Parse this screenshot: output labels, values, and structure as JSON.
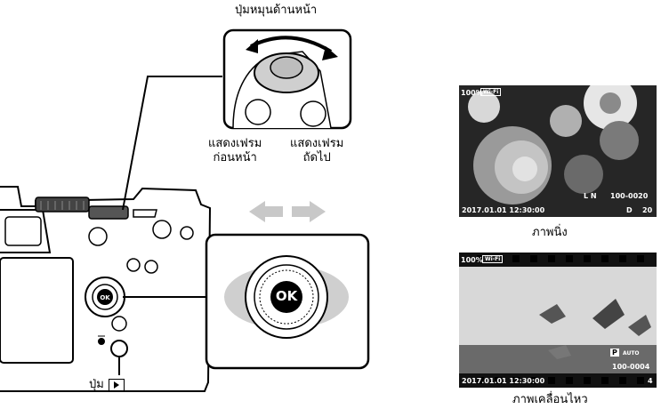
{
  "labels": {
    "front_dial": "ปุ่มหมุนด้านหน้า",
    "prev_frame_line1": "แสดงเฟรม",
    "prev_frame_line2": "ก่อนหน้า",
    "next_frame_line1": "แสดงเฟรม",
    "next_frame_line2": "ถัดไป",
    "playback_button": "ปุ่ม",
    "still_caption": "ภาพนิ่ง",
    "movie_caption": "ภาพเคลื่อนไหว"
  },
  "dpad": {
    "ok_label": "OK"
  },
  "still_screen": {
    "battery": "100%",
    "wifi": "Wi-Fi",
    "quality": "L N",
    "file_number": "100-0020",
    "datetime": "2017.01.01 12:30:00",
    "protect": "D",
    "frame_count": "20"
  },
  "movie_screen": {
    "battery": "100%",
    "wifi": "Wi-Fi",
    "mode": "P",
    "wb": "AUTO",
    "file_number": "100-0004",
    "datetime": "2017.01.01 12:30:00",
    "frame_count": "4"
  },
  "colors": {
    "arrow": "#c8c8c8",
    "lens_gray": "#cfcfcf",
    "screen_dark": "#1e1e1e"
  }
}
